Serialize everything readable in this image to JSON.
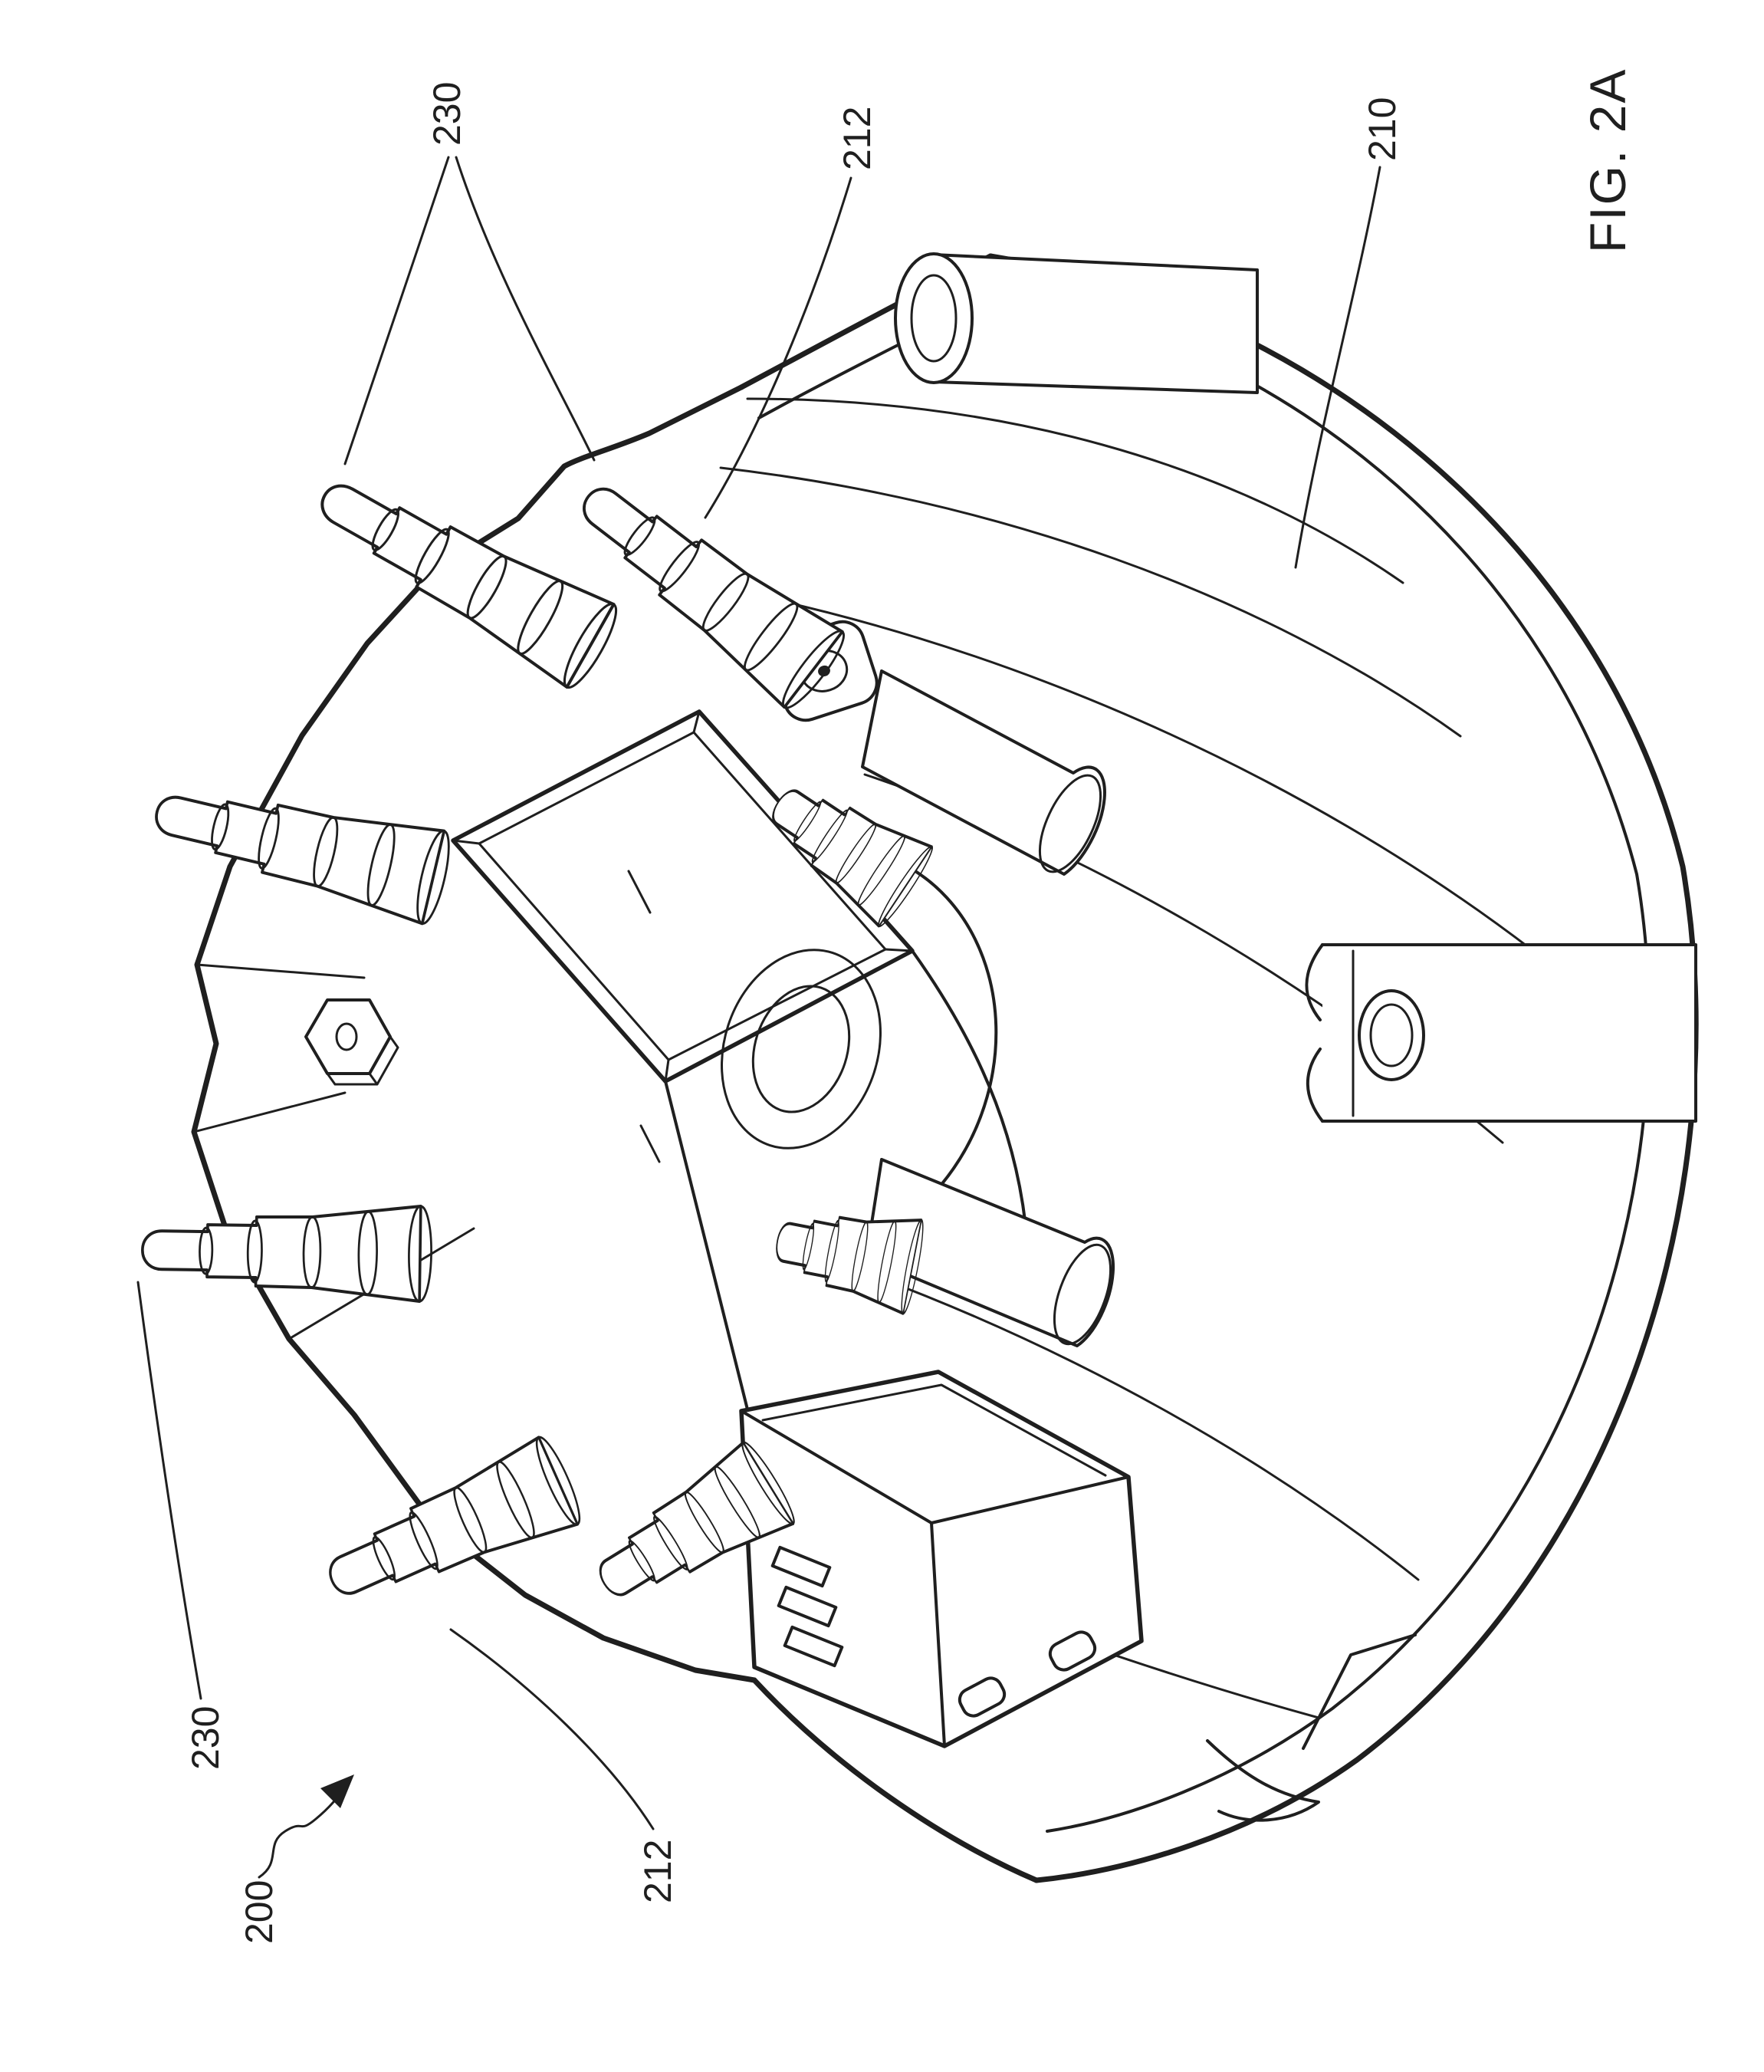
{
  "figure": {
    "caption": "FIG. 2A",
    "ink_color": "#1f1f1f",
    "background_color": "#ffffff"
  },
  "reference_numerals": {
    "terminals_top": "230",
    "terminal_tower_top": "212",
    "cap_housing": "210",
    "terminals_bottom": "230",
    "assembly": "200",
    "terminal_tower_bottom": "212"
  }
}
